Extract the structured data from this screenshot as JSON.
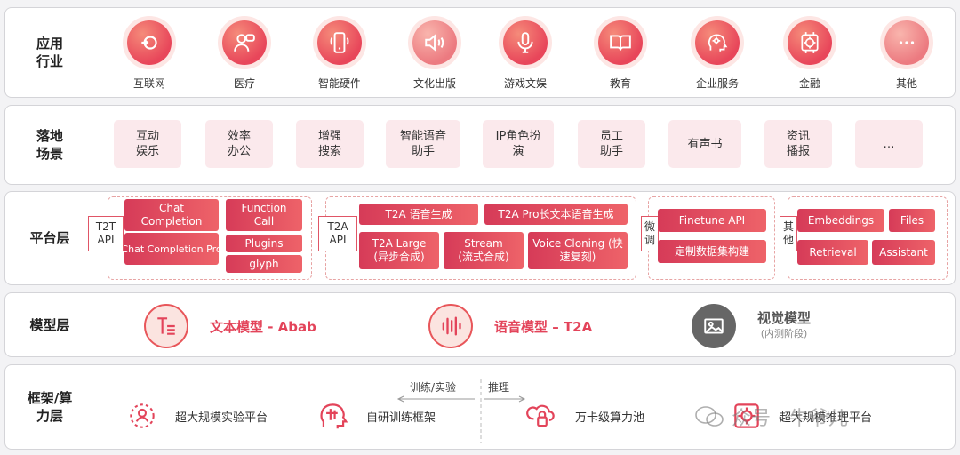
{
  "rows": {
    "industries": {
      "label": "应用\n行业",
      "items": [
        {
          "label": "互联网",
          "icon": "cursor-click-icon"
        },
        {
          "label": "医疗",
          "icon": "doctor-icon"
        },
        {
          "label": "智能硬件",
          "icon": "smartphone-icon"
        },
        {
          "label": "文化出版",
          "icon": "speaker-icon"
        },
        {
          "label": "游戏文娱",
          "icon": "microphone-icon"
        },
        {
          "label": "教育",
          "icon": "open-book-icon"
        },
        {
          "label": "企业服务",
          "icon": "ai-head-icon"
        },
        {
          "label": "金融",
          "icon": "chip-gear-icon"
        },
        {
          "label": "其他",
          "icon": "ellipsis-icon"
        }
      ]
    },
    "scenarios": {
      "label": "落地\n场景",
      "items": [
        "互动\n娱乐",
        "效率\n办公",
        "增强\n搜索",
        "智能语音\n助手",
        "IP角色扮\n演",
        "员工\n助手",
        "有声书",
        "资讯\n播报",
        "…"
      ]
    },
    "platform": {
      "label": "平台层",
      "t2t": {
        "api": "T2T\nAPI",
        "chat_completion": "Chat\nCompletion",
        "chat_completion_pro": "Chat Completion Pro",
        "function_call": "Function\nCall",
        "plugins": "Plugins",
        "glyph": "glyph"
      },
      "t2a": {
        "api": "T2A\nAPI",
        "t2a_voice": "T2A 语音生成",
        "t2a_pro": "T2A Pro长文本语音生成",
        "t2a_large": "T2A Large\n(异步合成)",
        "stream": "Stream\n(流式合成)",
        "voice_cloning": "Voice Cloning (快\n速复刻)"
      },
      "finetune": {
        "label": "微\n调",
        "finetune_api": "Finetune API",
        "dataset": "定制数据集构建"
      },
      "other": {
        "label": "其\n他",
        "embeddings": "Embeddings",
        "files": "Files",
        "retrieval": "Retrieval",
        "assistant": "Assistant"
      }
    },
    "models": {
      "label": "模型层",
      "text_model": "文本模型 - Abab",
      "speech_model": "语音模型 – T2A",
      "vision_model": "视觉模型",
      "vision_sub": "(内测阶段)"
    },
    "framework": {
      "label": "框架/算\n力层",
      "train_label": "训练/实验",
      "infer_label": "推理",
      "items": [
        "超大规模实验平台",
        "自研训练框架",
        "万卡级算力池",
        "超大规模推理平台"
      ]
    }
  },
  "watermark": "众号 · 牛爷儿",
  "colors": {
    "accent": "#e3445a",
    "tile_bg": "#fbe9ec",
    "border": "#d4d4d8"
  }
}
